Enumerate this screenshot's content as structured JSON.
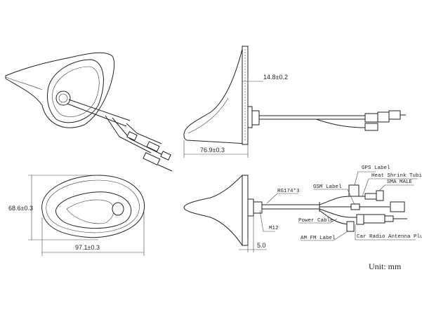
{
  "dimensions": {
    "base_thickness": "14.8±0.2",
    "height": "76.9±0.3",
    "width": "68.6±0.3",
    "length": "97.1±0.3",
    "thread_offset": "5.0"
  },
  "labels": {
    "gps_label": "GPS Label",
    "heat_shrink": "Heat Shrink Tubing",
    "sma_male": "SMA MALE",
    "gsm_label": "GSM Label",
    "cable": "RG174*3",
    "power_cable": "Power Cable",
    "am_fm_label": "AM FM Label",
    "car_radio_plug": "Car Radio Antenna Plug",
    "thread": "M12"
  },
  "unit": "Unit:  mm"
}
